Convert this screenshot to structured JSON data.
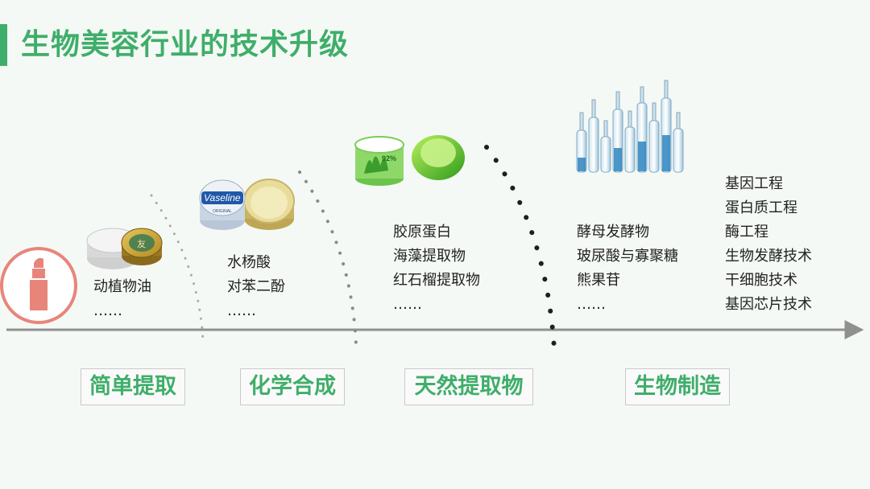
{
  "title": "生物美容行业的技术升级",
  "stages": [
    {
      "label": "简单提取",
      "items": [
        "动植物油",
        "……"
      ]
    },
    {
      "label": "化学合成",
      "items": [
        "水杨酸",
        "对苯二酚",
        "……"
      ]
    },
    {
      "label": "天然提取物",
      "items": [
        "胶原蛋白",
        "海藻提取物",
        "红石榴提取物",
        "……"
      ]
    },
    {
      "label": "生物制造",
      "items": [
        "酵母发酵物",
        "玻尿酸与寡聚糖",
        "熊果苷",
        "……"
      ],
      "tech_items": [
        "基因工程",
        "蛋白质工程",
        "酶工程",
        "生物发酵技术",
        "干细胞技术",
        "基因芯片技术"
      ]
    }
  ],
  "product_label": {
    "line1": "Vaseline",
    "line2": "ORIGINAL",
    "percent": "92%"
  },
  "colors": {
    "accent": "#3fae6a",
    "lipstick": "#e8857a",
    "axis": "#909090"
  },
  "icons": [
    "lipstick-icon",
    "balm-tin-image",
    "vaseline-tin-image",
    "aloe-gel-jar-image",
    "ampoules-image"
  ]
}
